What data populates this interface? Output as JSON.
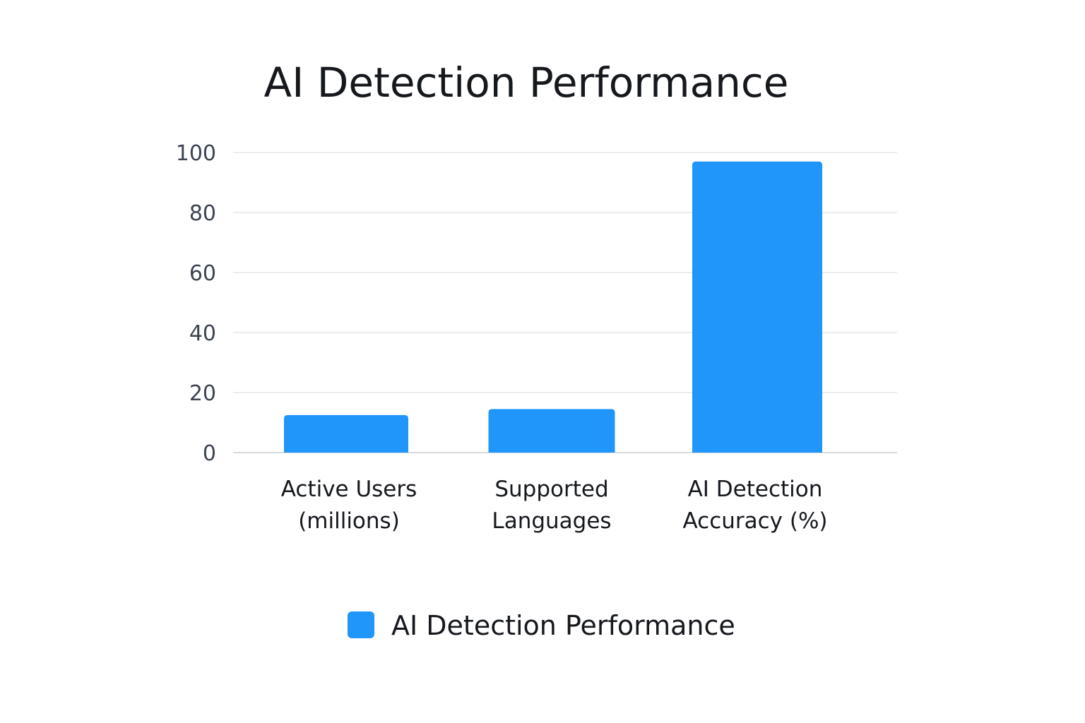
{
  "chart_data": {
    "type": "bar",
    "title": "AI Detection Performance",
    "xlabel": "",
    "ylabel": "",
    "categories": [
      [
        "Active Users",
        "(millions)"
      ],
      [
        "Supported",
        "Languages"
      ],
      [
        "AI Detection",
        "Accuracy (%)"
      ]
    ],
    "series": [
      {
        "name": "AI Detection Performance",
        "values": [
          12.5,
          14.5,
          97
        ],
        "color": "#2196fa"
      }
    ],
    "ylim": [
      0,
      100
    ],
    "yticks": [
      0,
      20,
      40,
      60,
      80,
      100
    ],
    "grid": true,
    "legend_position": "bottom-center"
  }
}
